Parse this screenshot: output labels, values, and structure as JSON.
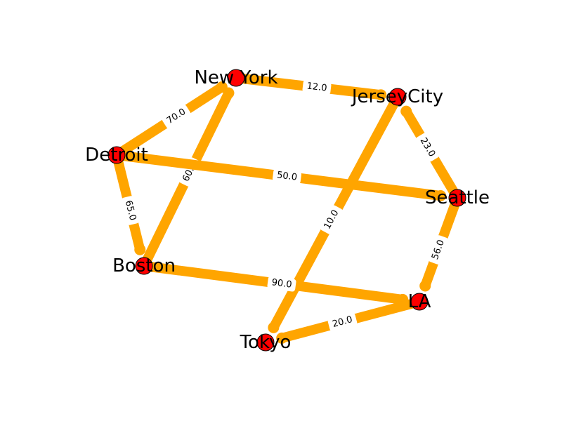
{
  "colors": {
    "edge": "#ffa500",
    "node_fill": "#ff0000",
    "node_stroke": "#000000"
  },
  "nodes": [
    {
      "id": "NewYork",
      "label": "New York"
    },
    {
      "id": "JerseyCity",
      "label": "JerseyCity"
    },
    {
      "id": "Detroit",
      "label": "Detroit"
    },
    {
      "id": "Seattle",
      "label": "Seattle"
    },
    {
      "id": "Boston",
      "label": "Boston"
    },
    {
      "id": "LA",
      "label": "LA"
    },
    {
      "id": "Tokyo",
      "label": "Tokyo"
    }
  ],
  "edges": [
    {
      "from": "NewYork",
      "to": "JerseyCity",
      "weight": "12.0"
    },
    {
      "from": "Detroit",
      "to": "NewYork",
      "weight": "70.0"
    },
    {
      "from": "Boston",
      "to": "NewYork",
      "weight": "60.0"
    },
    {
      "from": "Detroit",
      "to": "Seattle",
      "weight": "50.0"
    },
    {
      "from": "Seattle",
      "to": "JerseyCity",
      "weight": "23.0"
    },
    {
      "from": "JerseyCity",
      "to": "Tokyo",
      "weight": "10.0"
    },
    {
      "from": "Detroit",
      "to": "Boston",
      "weight": "65.0"
    },
    {
      "from": "Seattle",
      "to": "LA",
      "weight": "56.0"
    },
    {
      "from": "Boston",
      "to": "LA",
      "weight": "90.0"
    },
    {
      "from": "LA",
      "to": "Tokyo",
      "weight": "20.0"
    }
  ]
}
